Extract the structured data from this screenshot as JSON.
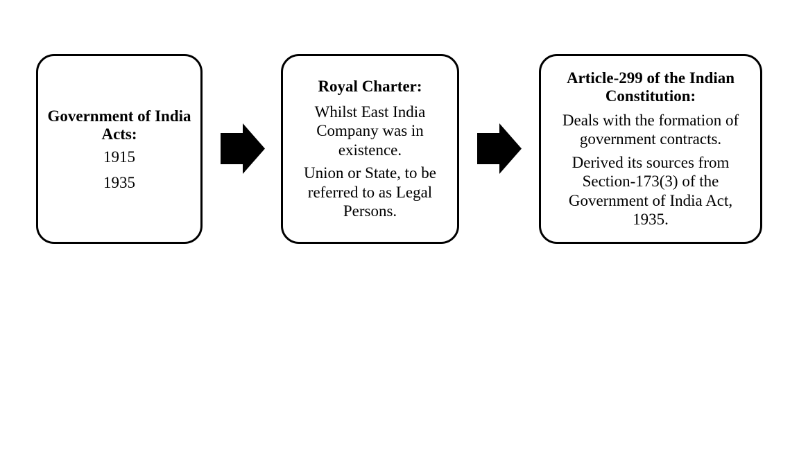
{
  "diagram": {
    "type": "flowchart",
    "direction": "left-to-right",
    "colors": {
      "border": "#000000",
      "arrow": "#000000",
      "background": "#ffffff",
      "text": "#000000"
    },
    "boxes": [
      {
        "title": "Government of India Acts:",
        "paragraphs": [
          "1915",
          "1935"
        ]
      },
      {
        "title": "Royal Charter:",
        "paragraphs": [
          "Whilst East India Company was in existence.",
          "Union or State, to be referred to as Legal Persons."
        ]
      },
      {
        "title": "Article-299 of the Indian Constitution:",
        "paragraphs": [
          "Deals with the formation of government contracts.",
          "Derived its sources from Section-173(3) of the Government of India Act, 1935."
        ]
      }
    ],
    "arrows": [
      {
        "from": "Government of India Acts",
        "to": "Royal Charter",
        "icon": "right-arrow-icon"
      },
      {
        "from": "Royal Charter",
        "to": "Article-299 of the Indian Constitution",
        "icon": "right-arrow-icon"
      }
    ]
  }
}
